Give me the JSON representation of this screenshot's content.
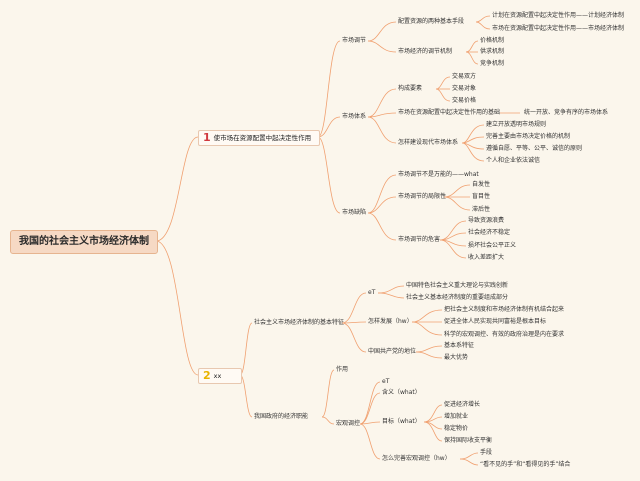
{
  "root": "我国的社会主义市场经济体制",
  "branch1": {
    "num": "1",
    "title": "使市场在资源配置中起决定性作用",
    "market_regulation": {
      "label": "市场调节",
      "means": {
        "label": "配置资源的两种基本手段",
        "items": [
          "计划在资源配置中起决定性作用——计划经济体制",
          "市场在资源配置中起决定性作用——市场经济体制"
        ]
      },
      "mechanism": {
        "label": "市场经济的调节机制",
        "items": [
          "价格机制",
          "供求机制",
          "竞争机制"
        ]
      }
    },
    "market_system": {
      "label": "市场体系",
      "elements": {
        "label": "构成要素",
        "items": [
          "交易双方",
          "交易对象",
          "交易价格"
        ]
      },
      "basis": {
        "label": "市场在资源配置中起决定性作用的基础",
        "value": "统一开放、竞争有序的市场体系"
      },
      "build": {
        "label": "怎样建设现代市场体系",
        "items": [
          "建立开放透明市场规则",
          "完善主要由市场决定价格的机制",
          "遵循自愿、平等、公平、诚信的原则",
          "个人和企业依法诚信"
        ]
      }
    },
    "market_defects": {
      "label": "市场缺陷",
      "not_almighty": {
        "label": "市场调节不是万能的——what"
      },
      "limits": {
        "label": "市场调节的局限性",
        "items": [
          "自发性",
          "盲目性",
          "滞后性"
        ]
      },
      "harms": {
        "label": "市场调节的危害",
        "items": [
          "导致资源浪费",
          "社会经济不稳定",
          "损坏社会公平正义",
          "收入差距扩大"
        ]
      }
    }
  },
  "branch2": {
    "num": "2",
    "title": "xx",
    "features": {
      "label": "社会主义市场经济体制的基本特征",
      "et": {
        "label": "eT",
        "items": [
          "中国特色社会主义重大理论与实践创新",
          "社会主义基本经济制度的重要组成部分"
        ]
      },
      "how": {
        "label": "怎样发展（hw）",
        "items": [
          "把社会主义制度和市场经济体制有机结合起来",
          "促进全体人民实现共同富裕是根本目标",
          "科学的宏观调控、有效的政府治理是内在要求"
        ]
      },
      "cpc": {
        "label": "中国共产党的地位",
        "items": [
          "基本系特征",
          "最大优势"
        ]
      }
    },
    "government": {
      "label": "我国政府的经济职能",
      "role": "作用",
      "macro": {
        "label": "宏观调控",
        "et": "eT",
        "meaning": "含义（what）",
        "goals": {
          "label": "目标（what）",
          "items": [
            "促进经济增长",
            "增加就业",
            "稳定物价",
            "保持国际收支平衡"
          ]
        },
        "improve": {
          "label": "怎么完善宏观调控（hw）",
          "items": [
            "手段",
            "“看不见的手”和“看得见的手”结合"
          ]
        }
      }
    }
  }
}
